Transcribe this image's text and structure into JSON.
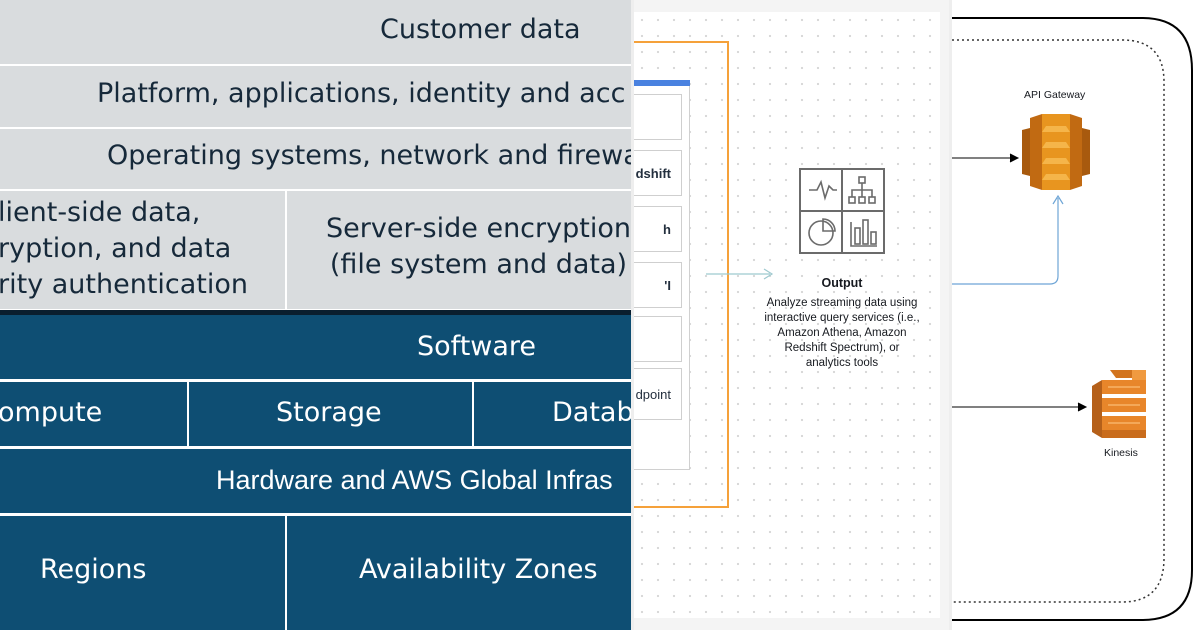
{
  "shared_responsibility": {
    "customer_data": "Customer data",
    "platform": "Platform, applications, identity and acc",
    "os": "Operating systems, network and firewa",
    "client_side": [
      "lient-side data,",
      "ryption, and data",
      "rity authentication"
    ],
    "server_side": [
      "Server-side encryption",
      "(file system and data)"
    ],
    "software": "Software",
    "compute": "ompute",
    "storage": "Storage",
    "database": "Datab",
    "hardware": "Hardware and AWS Global Infras",
    "regions": "Regions",
    "availability_zones": "Availability Zones",
    "colors": {
      "grey_row": "#d9dcde",
      "blue_row": "#0e4e73",
      "divider": "#ffffff"
    }
  },
  "streaming": {
    "cards": [
      "",
      "dshift",
      "h",
      "'I",
      "",
      "dpoint"
    ],
    "output_title": "Output",
    "output_desc": "Analyze streaming data using interactive query services (i.e., Amazon Athena, Amazon Redshift Spectrum), or analytics tools",
    "colors": {
      "orange_line": "#f5a13a",
      "arrow": "#9ec9cf",
      "icon_grey": "#666666",
      "card_header": "#4a82e0"
    },
    "icons": [
      "waveform-icon",
      "hierarchy-icon",
      "pie-chart-icon",
      "bar-chart-icon"
    ]
  },
  "serverless": {
    "api_gateway_label": "API Gateway",
    "kinesis_label": "Kinesis",
    "colors": {
      "api_gateway": "#e08a1e",
      "kinesis": "#e07b1f",
      "connector": "#6ea5d6"
    },
    "icons": [
      "api-gateway-icon",
      "kinesis-icon"
    ]
  }
}
